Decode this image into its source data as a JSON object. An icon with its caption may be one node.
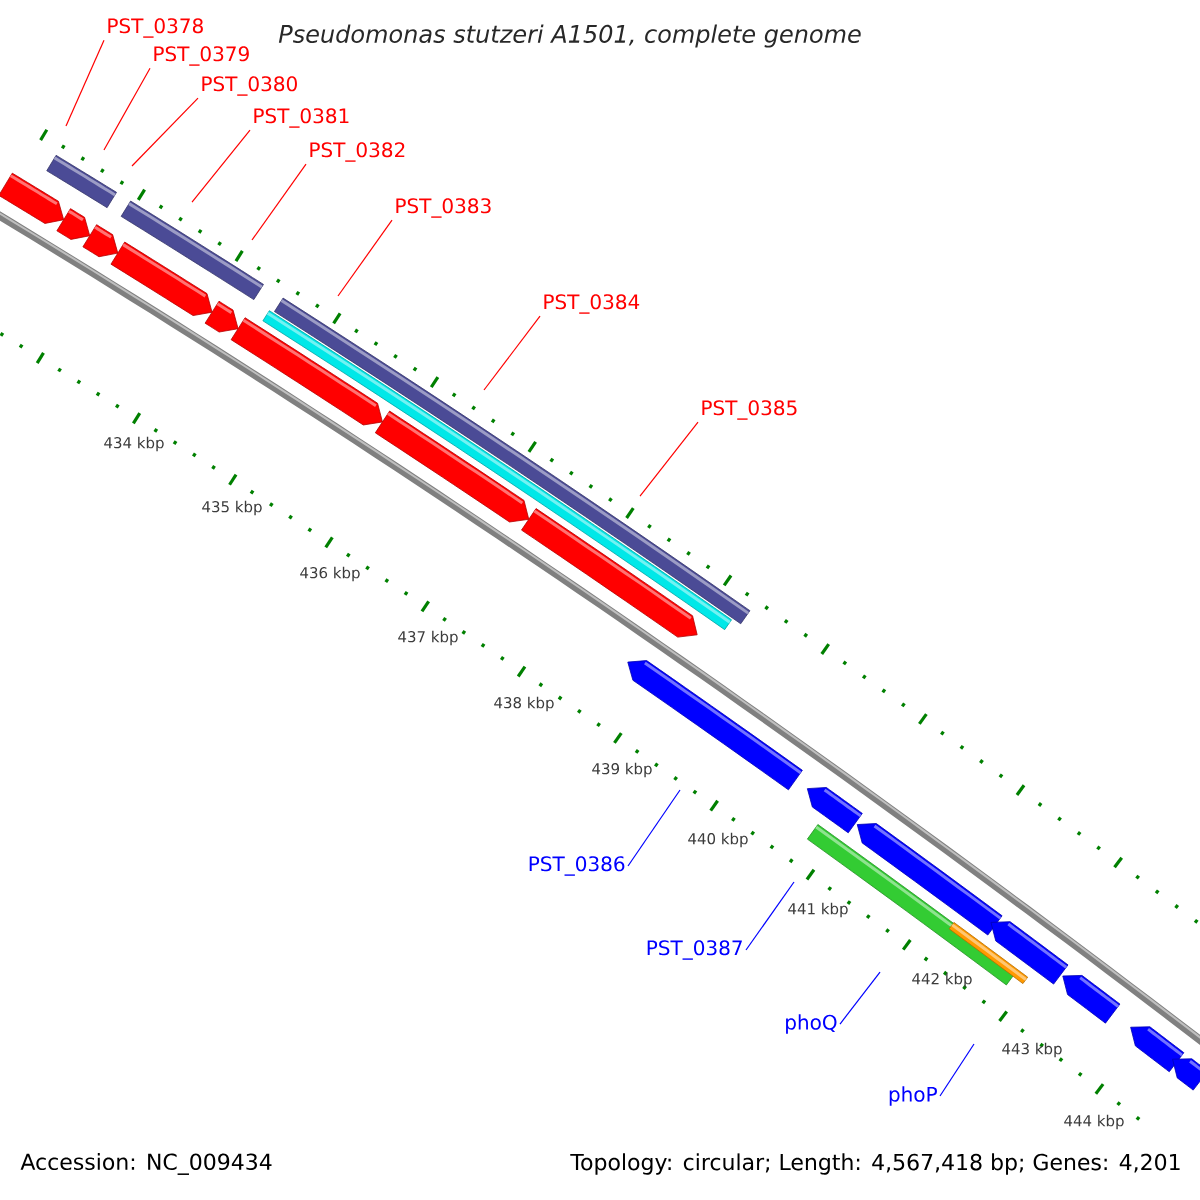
{
  "diagram": {
    "title": "Pseudomonas stutzeri A1501, complete genome",
    "nodes": [
      {
        "text": [
          "PST_0378"
        ]
      },
      {
        "text": [
          "PST_0379"
        ]
      },
      {
        "text": [
          "PST_0380"
        ]
      },
      {
        "text": [
          "PST_0381"
        ]
      },
      {
        "text": [
          "PST_0382"
        ]
      },
      {
        "text": [
          "PST_0383"
        ]
      },
      {
        "text": [
          "PST_0384"
        ]
      },
      {
        "text": [
          "PST_0385"
        ]
      },
      {
        "text": [
          "PST_0386"
        ]
      },
      {
        "text": [
          "PST_0387"
        ]
      },
      {
        "text": [
          "phoQ"
        ]
      },
      {
        "text": [
          "phoP"
        ]
      }
    ],
    "edges": [
      {
        "from": 0,
        "to": null,
        "arrow": "none"
      },
      {
        "from": 1,
        "to": null,
        "arrow": "none"
      },
      {
        "from": 2,
        "to": null,
        "arrow": "none"
      },
      {
        "from": 3,
        "to": null,
        "arrow": "none"
      },
      {
        "from": 4,
        "to": null,
        "arrow": "none"
      },
      {
        "from": 5,
        "to": null,
        "arrow": "none"
      },
      {
        "from": 6,
        "to": null,
        "arrow": "none"
      },
      {
        "from": 7,
        "to": null,
        "arrow": "none"
      },
      {
        "from": 8,
        "to": null,
        "arrow": "none",
        "color": "#0000ff"
      },
      {
        "from": 9,
        "to": null,
        "arrow": "none",
        "color": "#0000ff"
      },
      {
        "from": 10,
        "to": null,
        "arrow": "none",
        "color": "#0000ff"
      },
      {
        "from": 11,
        "to": null,
        "arrow": "none",
        "color": "#0000ff"
      }
    ],
    "labels": [
      "434 kbp",
      "435 kbp",
      "436 kbp",
      "437 kbp",
      "438 kbp",
      "439 kbp",
      "440 kbp",
      "441 kbp",
      "442 kbp",
      "443 kbp",
      "444 kbp",
      "Accession: NC_009434",
      "Topology: circular; Length: 4,567,418 bp; Genes: 4,201"
    ]
  }
}
